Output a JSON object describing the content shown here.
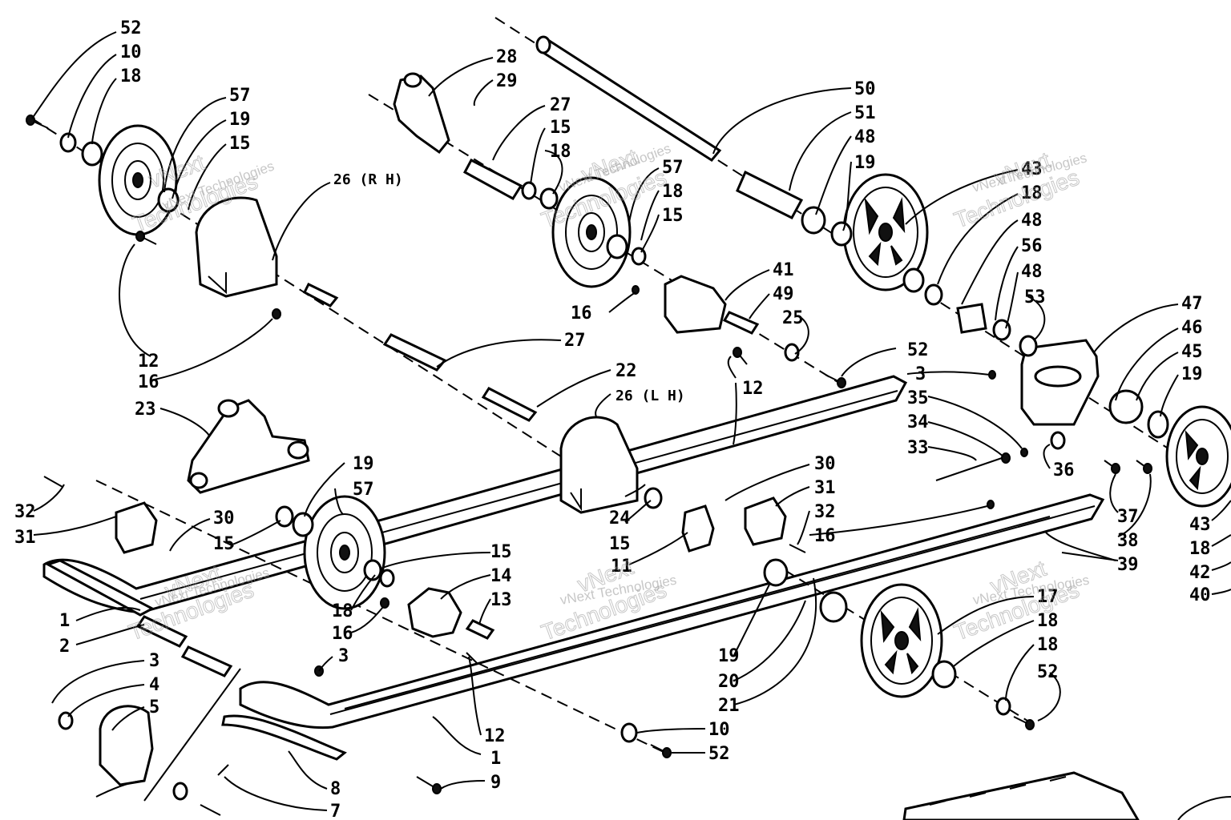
{
  "watermark": {
    "company": "vNext Technologies",
    "line1": "vNext",
    "line2": "Technologies"
  },
  "callouts": [
    "52",
    "10",
    "18",
    "57",
    "19",
    "15",
    "26 (R H)",
    "28",
    "29",
    "27",
    "15",
    "18",
    "50",
    "51",
    "48",
    "19",
    "57",
    "18",
    "15",
    "43",
    "18",
    "48",
    "56",
    "48",
    "53",
    "41",
    "49",
    "25",
    "16",
    "12",
    "16",
    "27",
    "22",
    "26 (L H)",
    "23",
    "12",
    "52",
    "3",
    "35",
    "47",
    "46",
    "45",
    "19",
    "34",
    "33",
    "36",
    "37",
    "38",
    "43",
    "18",
    "42",
    "40",
    "32",
    "31",
    "30",
    "15",
    "19",
    "57",
    "30",
    "31",
    "32",
    "16",
    "24",
    "15",
    "11",
    "15",
    "14",
    "13",
    "18",
    "16",
    "1",
    "2",
    "3",
    "4",
    "5",
    "3",
    "12",
    "1",
    "8",
    "7",
    "9",
    "10",
    "52",
    "19",
    "20",
    "21",
    "17",
    "18",
    "18",
    "52",
    "39"
  ]
}
